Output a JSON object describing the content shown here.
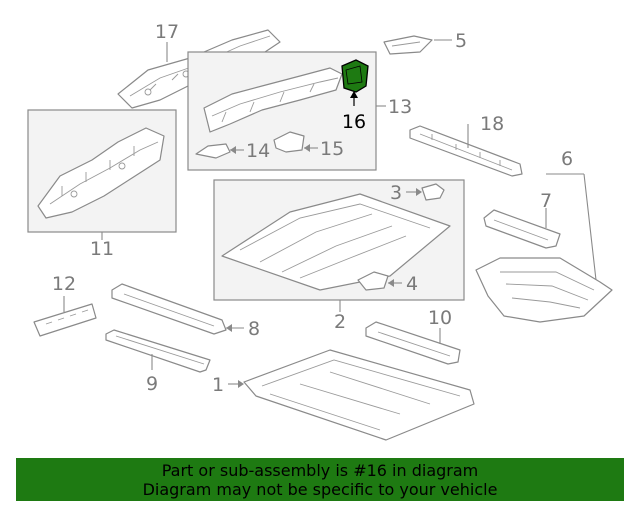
{
  "callouts": {
    "c1": "1",
    "c2": "2",
    "c3": "3",
    "c4": "4",
    "c5": "5",
    "c6": "6",
    "c7": "7",
    "c8": "8",
    "c9": "9",
    "c10": "10",
    "c11": "11",
    "c12": "12",
    "c13": "13",
    "c14": "14",
    "c15": "15",
    "c16": "16",
    "c17": "17",
    "c18": "18"
  },
  "highlight": {
    "part_number": "16",
    "color": "#1e7a12"
  },
  "banner": {
    "line1": "Part or sub-assembly is #16 in diagram",
    "line2": "Diagram may not be specific to your vehicle",
    "background": "#1e7a12"
  }
}
